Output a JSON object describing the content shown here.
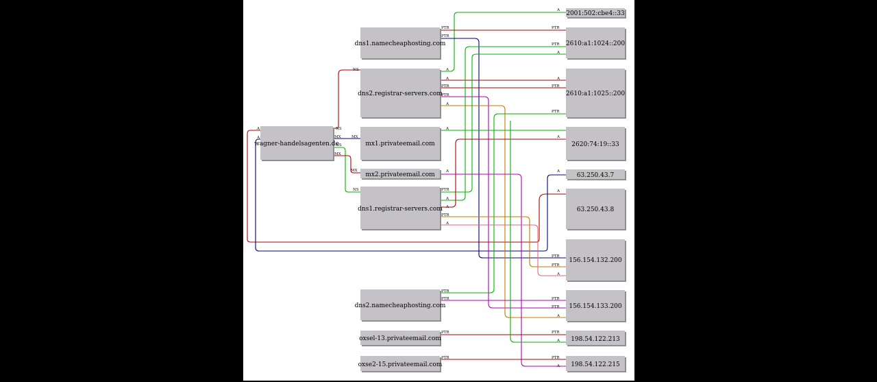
{
  "diagram": {
    "colors": {
      "red": "#a80000",
      "navy": "#000080",
      "green": "#00b000",
      "orange": "#c07800",
      "pink": "#e06878",
      "magenta": "#b000b0",
      "node_fill": "#c4c2c6"
    },
    "nodes": {
      "ipv6_1": "2001:502:cbe4::33",
      "dns1_namecheap": "dns1.namecheaphosting.com",
      "ipv6_2": "2610:a1:1024::200",
      "dns2_registrar": "dns2.registrar-servers.com",
      "ipv6_3": "2610:a1:1025::200",
      "domain": "wagner-handelsagenten.de",
      "mx1": "mx1.privateemail.com",
      "ipv6_4": "2620:74:19::33",
      "mx2": "mx2.privateemail.com",
      "ip_63_7": "63.250.43.7",
      "dns1_registrar": "dns1.registrar-servers.com",
      "ip_63_8": "63.250.43.8",
      "ip_156_132": "156.154.132.200",
      "dns2_namecheap": "dns2.namecheaphosting.com",
      "ip_156_133": "156.154.133.200",
      "oxsel": "oxsel-13.privateemail.com",
      "ip_198_213": "198.54.122.213",
      "oxse2": "oxse2-15.privateemail.com",
      "ip_198_215": "198.54.122.215"
    },
    "edge_labels": {
      "a": "A",
      "ptr": "PTR",
      "ns": "NS",
      "mx": "MX"
    }
  }
}
